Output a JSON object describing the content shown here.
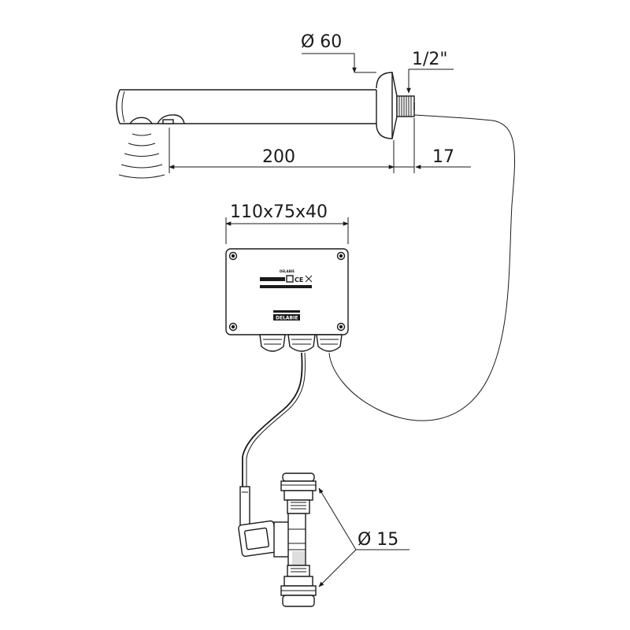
{
  "dimensions": {
    "diameter_spout": "Ø 60",
    "thread": "1/2\"",
    "length": "200",
    "wall_offset": "17",
    "box_size": "110x75x40",
    "diameter_connection": "Ø 15"
  },
  "box_label": {
    "brand_top": "DELABIE",
    "brand_logo": "DELABIE"
  }
}
